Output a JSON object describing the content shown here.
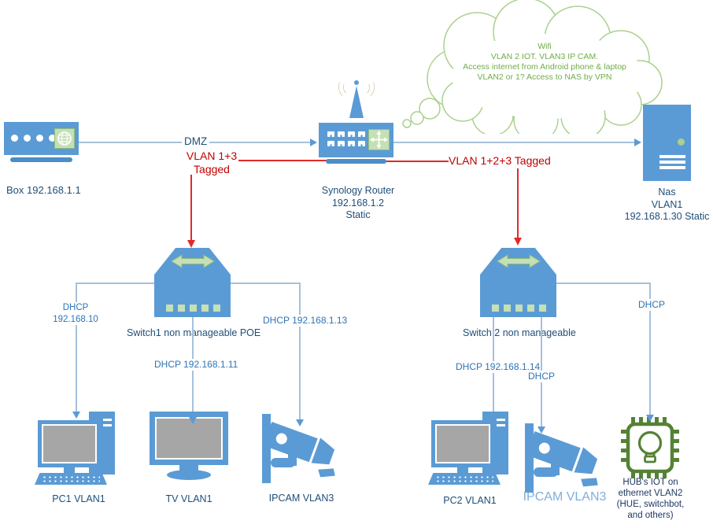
{
  "colors": {
    "device_blue": "#5B9BD5",
    "connector_blue": "#A6C1DB",
    "label_dark_blue": "#1F4E79",
    "dhcp_label_blue": "#2E74B5",
    "tag_red": "#C00000",
    "light_green": "#C5E0B4",
    "mid_green": "#A9D18E",
    "cloud_text_green": "#70AD47",
    "chip_green": "#548235",
    "screen_gray": "#A6A6A6",
    "ipcam2_label_blue": "#7FAFDC"
  },
  "cloud": {
    "lines": [
      "Wifi",
      "VLAN 2 IOT. VLAN3 IP CAM.",
      "Access internet from Android phone & laptop",
      "VLAN2 or 1? Access to NAS by VPN"
    ]
  },
  "nodes": {
    "box": {
      "label": "Box 192.168.1.1"
    },
    "router": {
      "lines": [
        "Synology Router",
        "192.168.1.2",
        "Static"
      ]
    },
    "nas": {
      "lines": [
        "Nas",
        "VLAN1",
        "192.168.1.30 Static"
      ]
    },
    "switch1": {
      "label": "Switch1 non manageable POE"
    },
    "switch2": {
      "label": "Switch 2 non manageable"
    },
    "pc1": {
      "label": "PC1 VLAN1"
    },
    "tv": {
      "label": "TV VLAN1"
    },
    "ipcam1": {
      "label": "IPCAM VLAN3"
    },
    "pc2": {
      "label": "PC2 VLAN1"
    },
    "ipcam2": {
      "label": "IPCAM VLAN3"
    },
    "hub": {
      "lines": [
        "HUB's IOT on",
        "ethernet VLAN2",
        "(HUE, switchbot,",
        "and others)"
      ]
    }
  },
  "links": {
    "dmz": "DMZ",
    "vlan_1_3": [
      "VLAN 1+3",
      "Tagged"
    ],
    "vlan_1_2_3": "VLAN 1+2+3 Tagged",
    "dhcp_pc1": [
      "DHCP",
      "192.168.10"
    ],
    "dhcp_tv": "DHCP 192.168.1.11",
    "dhcp_ipcam1": "DHCP 192.168.1.13",
    "dhcp_pc2": "DHCP 192.168.1.14",
    "dhcp_ipcam2": "DHCP",
    "dhcp_hub": "DHCP"
  }
}
